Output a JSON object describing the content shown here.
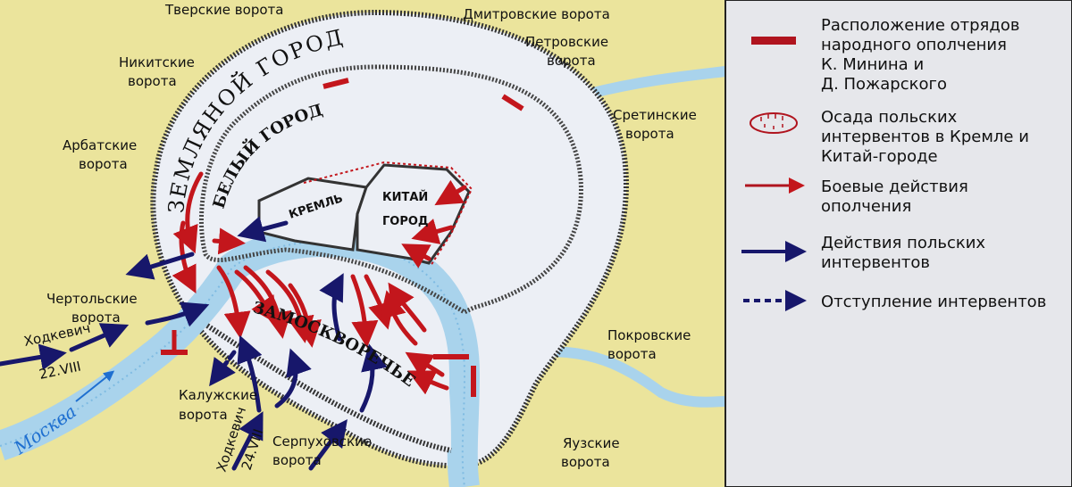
{
  "map": {
    "gates": {
      "tverskie": "Тверские ворота",
      "dmitrovskie": "Дмитровские ворота",
      "nikitskie_1": "Никитские",
      "nikitskie_2": "ворота",
      "petrovskie_1": "Петровские",
      "petrovskie_2": "ворота",
      "arbatskie_1": "Арбатские",
      "arbatskie_2": "ворота",
      "sretinskie_1": "Сретинские",
      "sretinskie_2": "ворота",
      "chertolskie_1": "Чертольские",
      "chertolskie_2": "ворота",
      "pokrovskie_1": "Покровские",
      "pokrovskie_2": "ворота",
      "kaluzhskie_1": "Калужские",
      "kaluzhskie_2": "ворота",
      "serpukhovskie_1": "Серпуховские",
      "serpukhovskie_2": "ворота",
      "yauzskie_1": "Яузские",
      "yauzskie_2": "ворота"
    },
    "districts": {
      "zemlyanoy": "ЗЕМЛЯНОЙ ГОРОД",
      "bely": "БЕЛЫЙ ГОРОД",
      "kreml": "КРЕМЛЬ",
      "kitai_1": "КИТАЙ",
      "kitai_2": "ГОРОД",
      "zamoskvorechye": "ЗАМОСКВОРЕЧЬЕ"
    },
    "river": "Москва",
    "khodkevich_1": "Ходкевич",
    "date_1": "22.VIII",
    "khodkevich_2": "Ходкевич",
    "date_2": "24.VIII"
  },
  "legend": {
    "militia_position": [
      "Расположение отрядов",
      "народного ополчения",
      "К. Минина и",
      "Д. Пожарского"
    ],
    "siege": [
      "Осада польских",
      "интервентов в Кремле и",
      "Китай-городе"
    ],
    "militia_actions": [
      "Боевые действия",
      "ополчения"
    ],
    "polish_actions": [
      "Действия польских",
      "интервентов"
    ],
    "retreat": [
      "Отступление интервентов"
    ]
  },
  "colors": {
    "militia": "#c3161c",
    "polish": "#17176b",
    "land": "#ebe49c",
    "river": "#a9d3ec",
    "city": "#eceff5",
    "legend_bg": "#e6e7eb"
  }
}
